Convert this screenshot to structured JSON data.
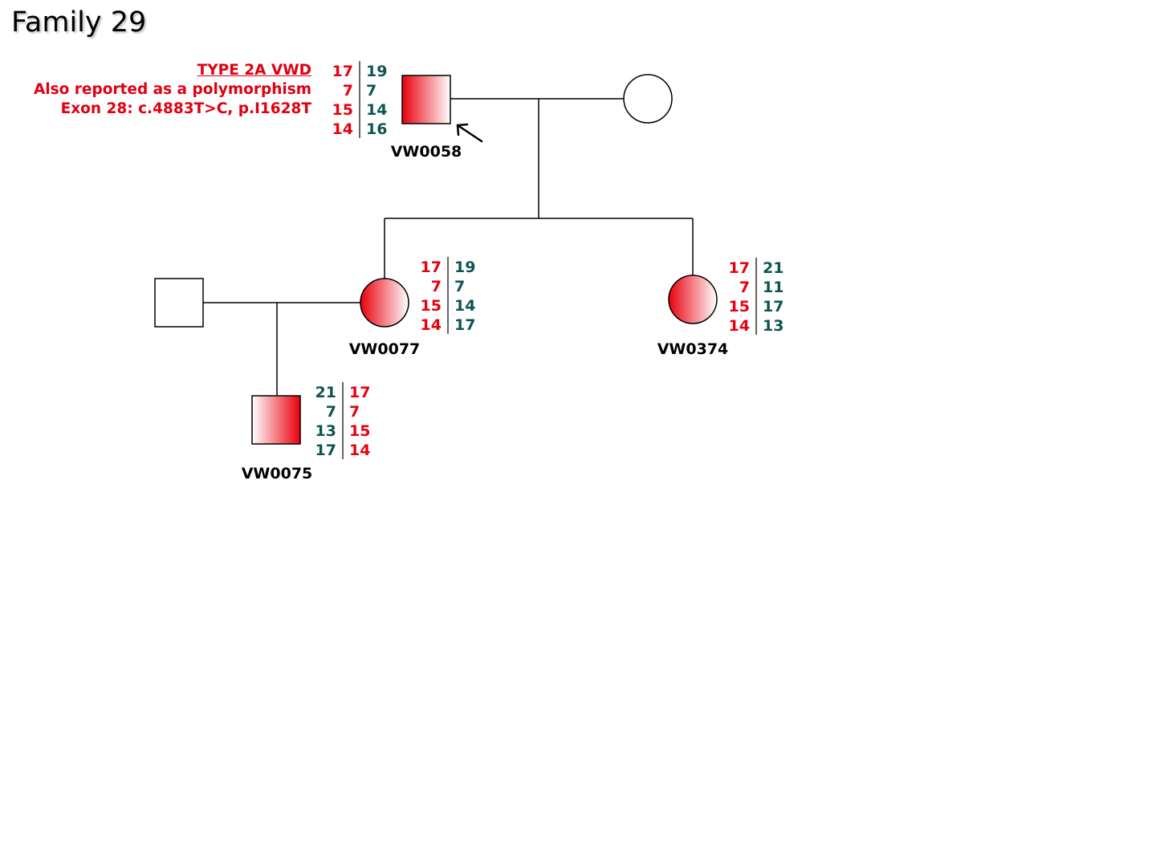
{
  "title": "Family 29",
  "annotation": {
    "line1": "TYPE 2A VWD",
    "line2": "Also reported as a polymorphism",
    "line3": "Exon 28: c.4883T>C, p.I1628T"
  },
  "colors": {
    "affected": "#e8000e",
    "mutant_allele": "#e8000e",
    "normal_allele": "#0d5552",
    "line": "#000000"
  },
  "individuals": {
    "VW0058": {
      "label": "VW0058",
      "sex": "male",
      "affected": true,
      "proband": true,
      "haplotypes": {
        "left": [
          "17",
          "7",
          "15",
          "14"
        ],
        "right": [
          "19",
          "7",
          "14",
          "16"
        ]
      },
      "left_color": "red",
      "right_color": "green"
    },
    "spouse1": {
      "label": "",
      "sex": "female",
      "affected": false
    },
    "VW0077": {
      "label": "VW0077",
      "sex": "female",
      "affected": true,
      "haplotypes": {
        "left": [
          "17",
          "7",
          "15",
          "14"
        ],
        "right": [
          "19",
          "7",
          "14",
          "17"
        ]
      },
      "left_color": "red",
      "right_color": "green"
    },
    "VW0374": {
      "label": "VW0374",
      "sex": "female",
      "affected": true,
      "haplotypes": {
        "left": [
          "17",
          "7",
          "15",
          "14"
        ],
        "right": [
          "21",
          "11",
          "17",
          "13"
        ]
      },
      "left_color": "red",
      "right_color": "green"
    },
    "spouse2": {
      "label": "",
      "sex": "male",
      "affected": false
    },
    "VW0075": {
      "label": "VW0075",
      "sex": "male",
      "affected": true,
      "haplotypes": {
        "left": [
          "21",
          "7",
          "13",
          "17"
        ],
        "right": [
          "17",
          "7",
          "15",
          "14"
        ]
      },
      "left_color": "green",
      "right_color": "red"
    }
  }
}
